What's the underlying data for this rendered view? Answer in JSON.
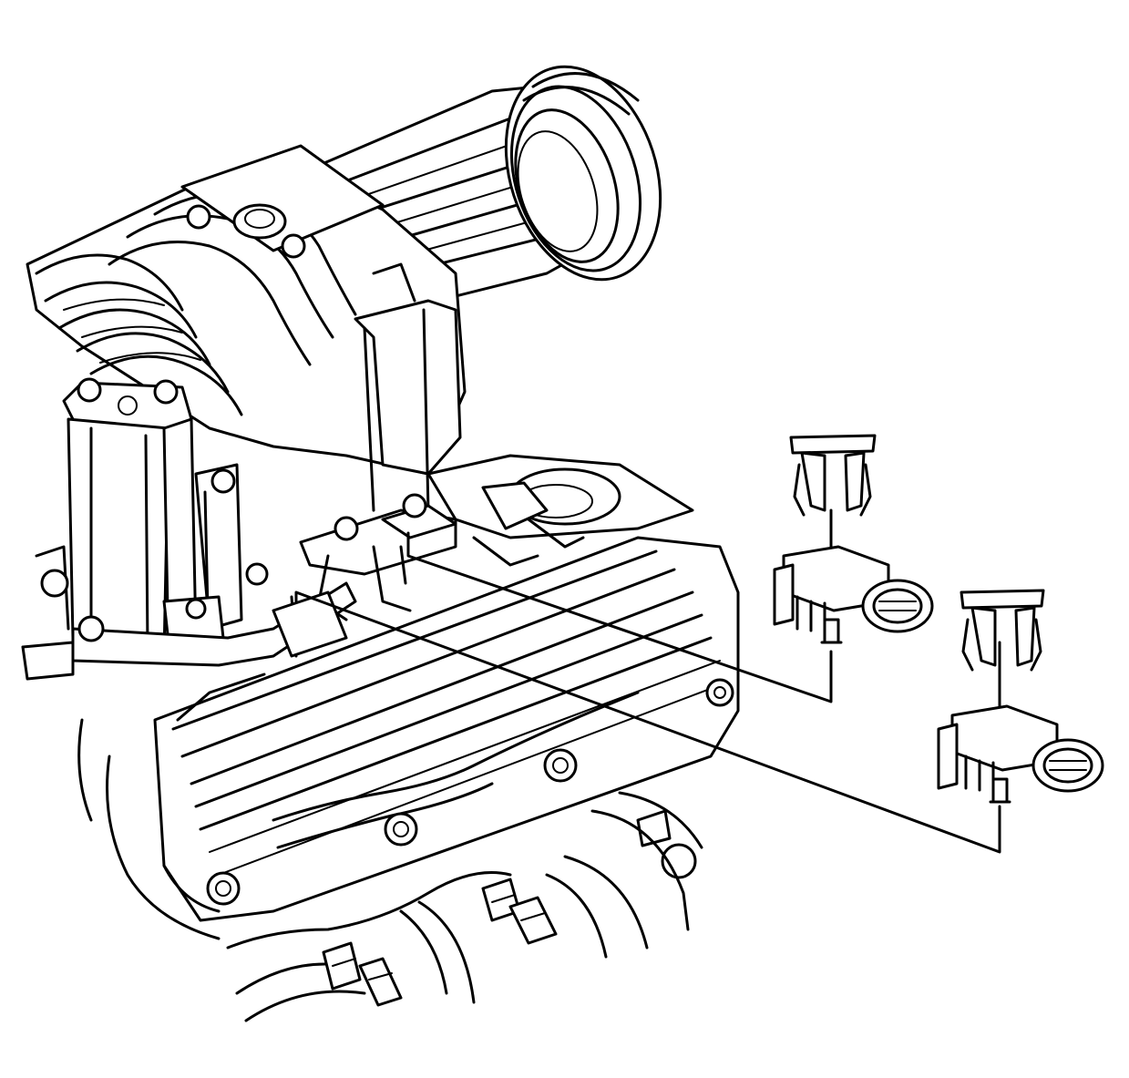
{
  "diagram": {
    "line_color": "#000000",
    "background": "#ffffff",
    "parts": [
      {
        "name": "supercharger",
        "icon": "supercharger-icon"
      },
      {
        "name": "drive-pulley",
        "icon": "pulley-icon"
      },
      {
        "name": "valve-cover",
        "icon": "valve-cover-icon"
      },
      {
        "name": "intake-manifold",
        "icon": "manifold-icon"
      },
      {
        "name": "sensor-bracket",
        "icon": "bracket-icon"
      },
      {
        "name": "sensor-retaining-clip",
        "icon": "clip-icon",
        "count": 2
      },
      {
        "name": "pressure-sensor",
        "icon": "sensor-icon",
        "count": 2
      },
      {
        "name": "leader-lines",
        "icon": "leader-line-icon",
        "count": 2
      }
    ]
  }
}
